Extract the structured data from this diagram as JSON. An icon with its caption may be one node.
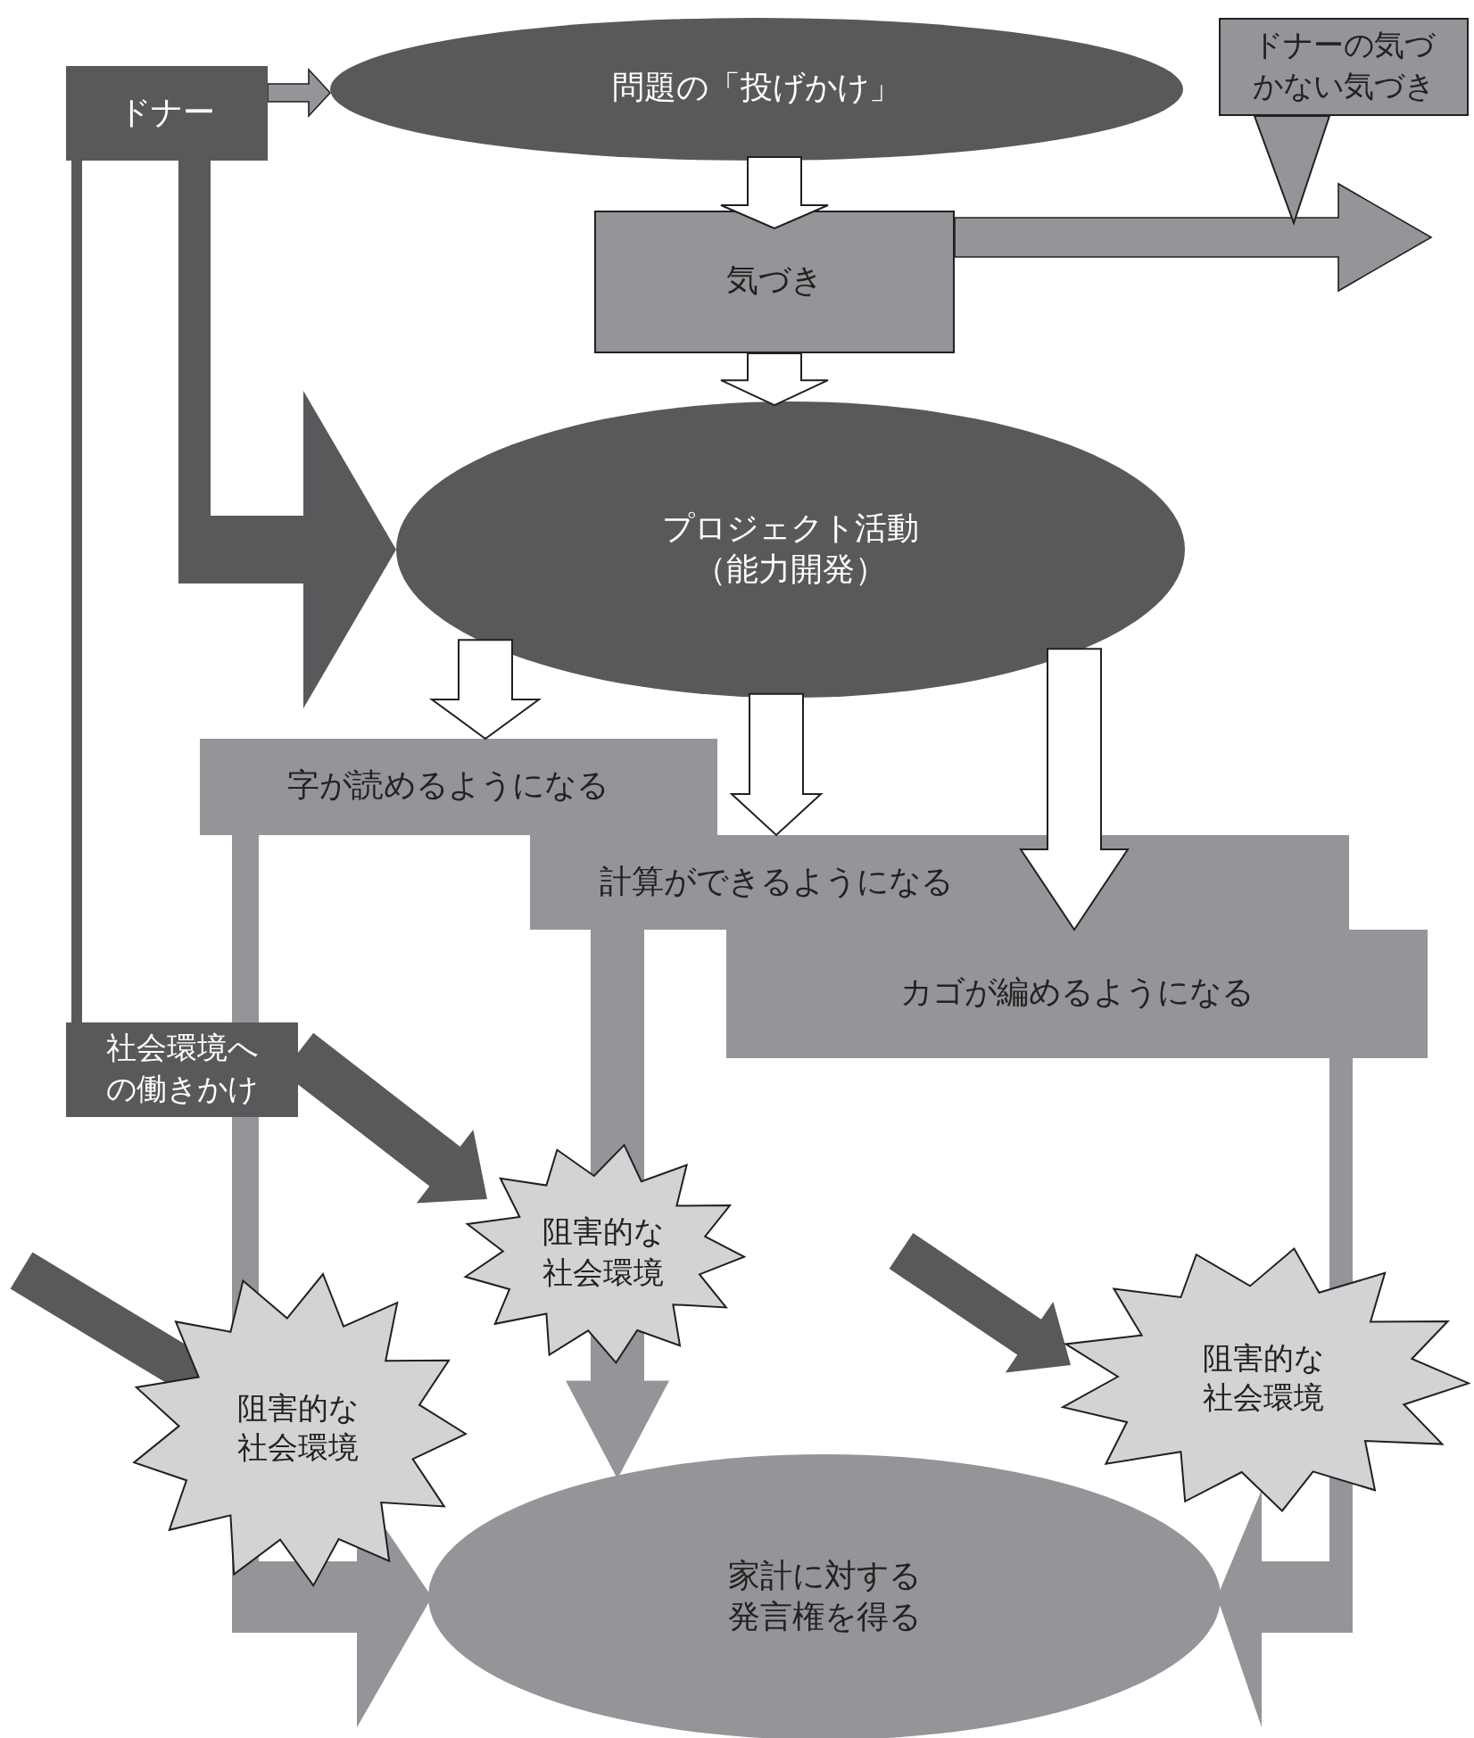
{
  "diagram": {
    "nodes": [
      {
        "text": [
          "ドナー"
        ]
      },
      {
        "text": [
          "問題の「投げかけ」"
        ]
      },
      {
        "text": [
          "ドナーの気づかない気づき"
        ]
      },
      {
        "text": [
          "気づき"
        ]
      },
      {
        "text": [
          "プロジェクト活動（能力開発）"
        ]
      },
      {
        "text": [
          "字が読めるようになる"
        ]
      },
      {
        "text": [
          "計算ができるようになる"
        ]
      },
      {
        "text": [
          "カゴが編めるようになる"
        ]
      },
      {
        "text": [
          "社会環境への働きかけ"
        ]
      },
      {
        "text": [
          "阻害的な社会環境"
        ]
      },
      {
        "text": [
          "阻害的な社会環境"
        ]
      },
      {
        "text": [
          "阻害的な社会環境"
        ]
      },
      {
        "text": [
          "家計に対する発言権を得る"
        ]
      }
    ],
    "edges": [
      {
        "from": 0,
        "to": 1,
        "arrow": "to",
        "color": "#939598"
      },
      {
        "from": 1,
        "to": 3,
        "arrow": "to"
      },
      {
        "from": 3,
        "to": 4,
        "arrow": "to"
      },
      {
        "from": 3,
        "to": null,
        "arrow": "to",
        "color": "#939598"
      },
      {
        "from": 2,
        "to": null,
        "arrow": "to"
      },
      {
        "from": 0,
        "to": 4,
        "arrow": "to",
        "color": "#58595b"
      },
      {
        "from": 0,
        "to": 8,
        "arrow": "none",
        "color": "#58595b"
      },
      {
        "from": 4,
        "to": 5,
        "arrow": "to"
      },
      {
        "from": 4,
        "to": 6,
        "arrow": "to"
      },
      {
        "from": 4,
        "to": 7,
        "arrow": "to"
      },
      {
        "from": 8,
        "to": 9,
        "arrow": "to",
        "color": "#58595b"
      },
      {
        "from": null,
        "to": 10,
        "arrow": "to",
        "color": "#58595b"
      },
      {
        "from": null,
        "to": 11,
        "arrow": "to",
        "color": "#58595b"
      },
      {
        "from": 5,
        "to": 12,
        "arrow": "to",
        "color": "#939598"
      },
      {
        "from": 6,
        "to": 12,
        "arrow": "to",
        "color": "#939598"
      },
      {
        "from": 7,
        "to": 12,
        "arrow": "to",
        "color": "#939598"
      }
    ]
  }
}
